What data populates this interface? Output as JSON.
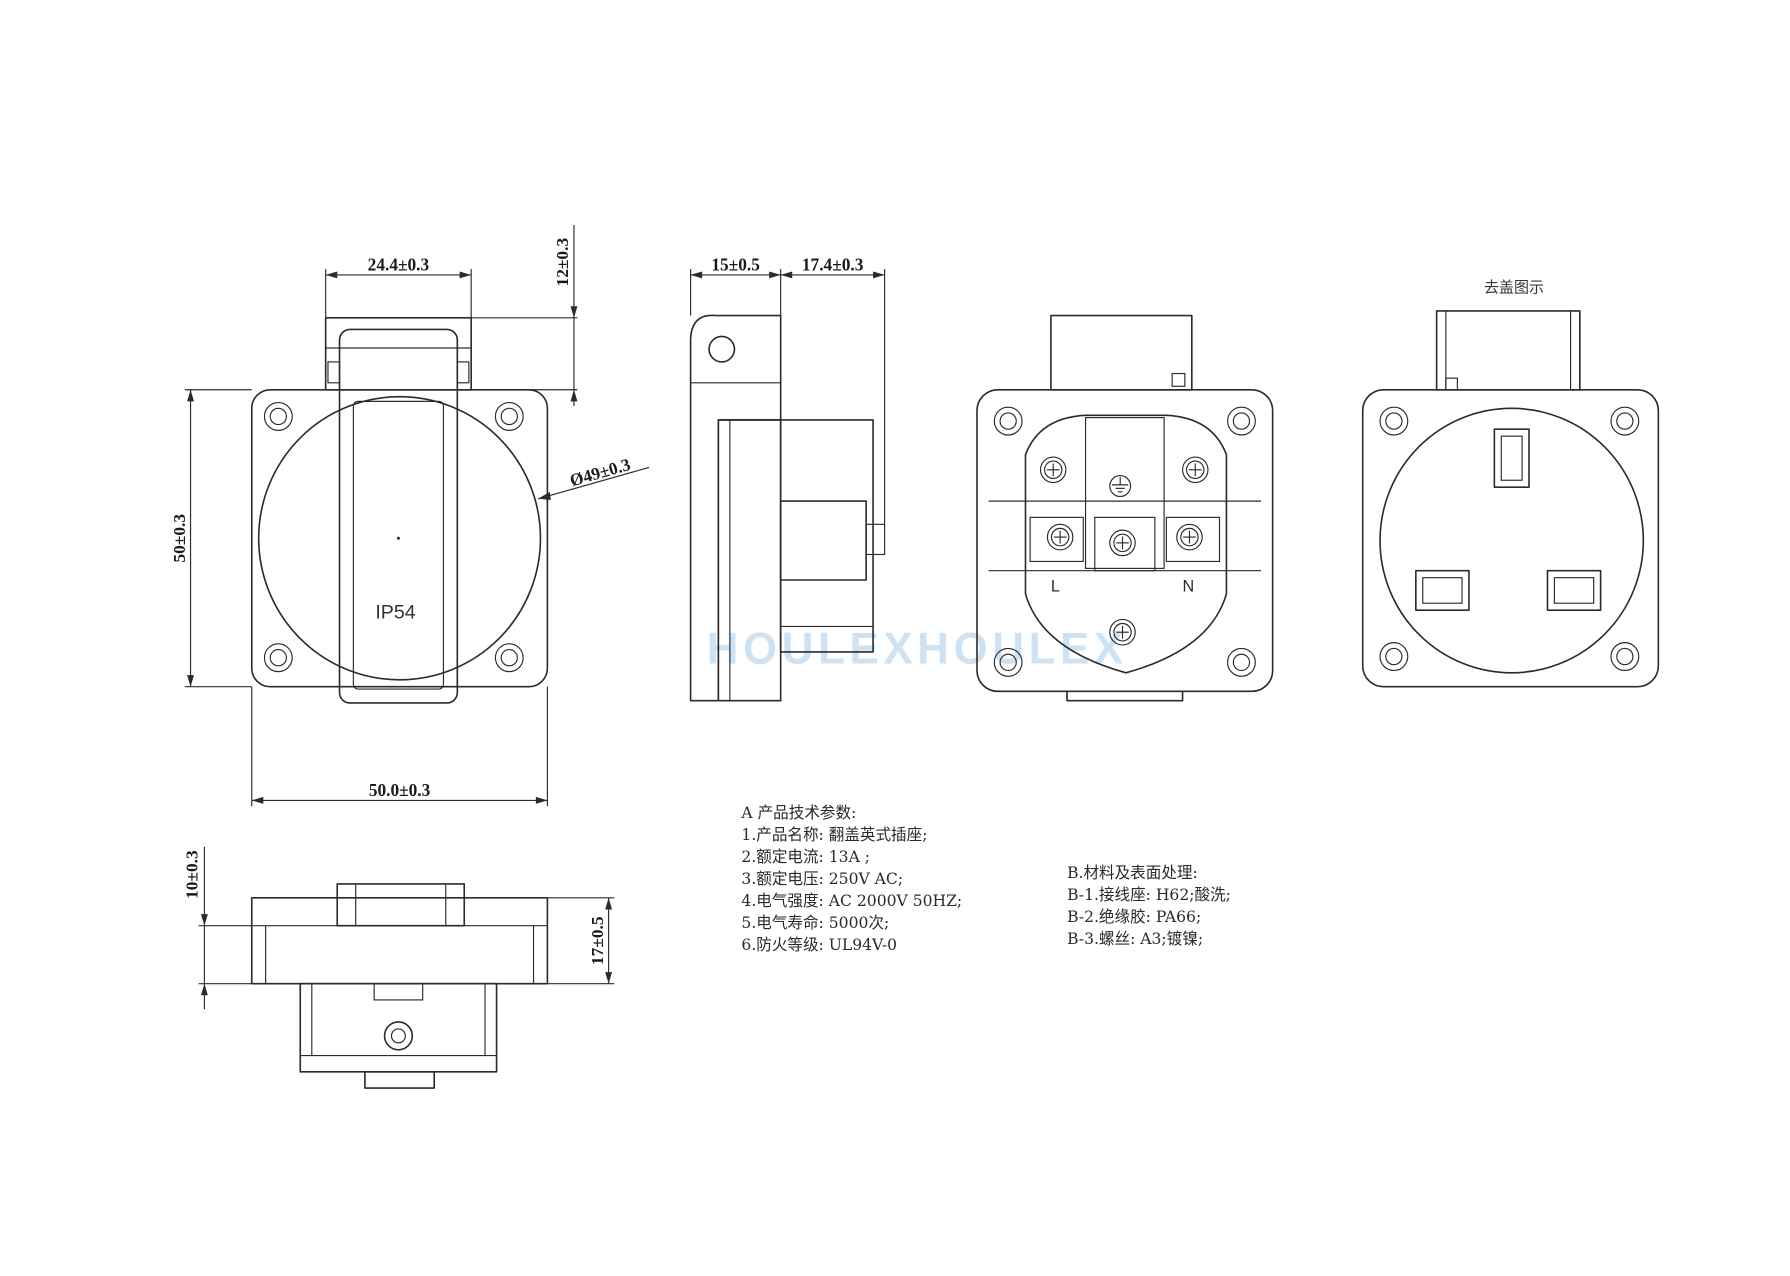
{
  "watermark": "HOULEXHOULEX",
  "front_view": {
    "lid_label": "IP54",
    "dim_lid_width": "24.4±0.3",
    "dim_lid_top": "12±0.3",
    "dim_height": "50±0.3",
    "dim_diameter": "Ø49±0.3",
    "dim_width": "50.0±0.3"
  },
  "side_view": {
    "dim_lid_depth": "15±0.5",
    "dim_body_depth": "17.4±0.3"
  },
  "bottom_view": {
    "dim_flange": "10±0.3",
    "dim_depth": "17±0.5"
  },
  "back_view": {
    "live_label": "L",
    "neutral_label": "N"
  },
  "uncovered_view": {
    "caption": "去盖图示"
  },
  "spec_a": {
    "heading": "A 产品技术参数:",
    "items": [
      "1.产品名称: 翻盖英式插座;",
      "2.额定电流: 13A ;",
      "3.额定电压: 250V AC;",
      "4.电气强度: AC 2000V 50HZ;",
      "5.电气寿命: 5000次;",
      "6.防火等级: UL94V-0"
    ]
  },
  "spec_b": {
    "heading": "B.材料及表面处理:",
    "items": [
      "B-1.接线座: H62;酸洗;",
      "B-2.绝缘胶: PA66;",
      "B-3.螺丝: A3;镀镍;"
    ]
  }
}
